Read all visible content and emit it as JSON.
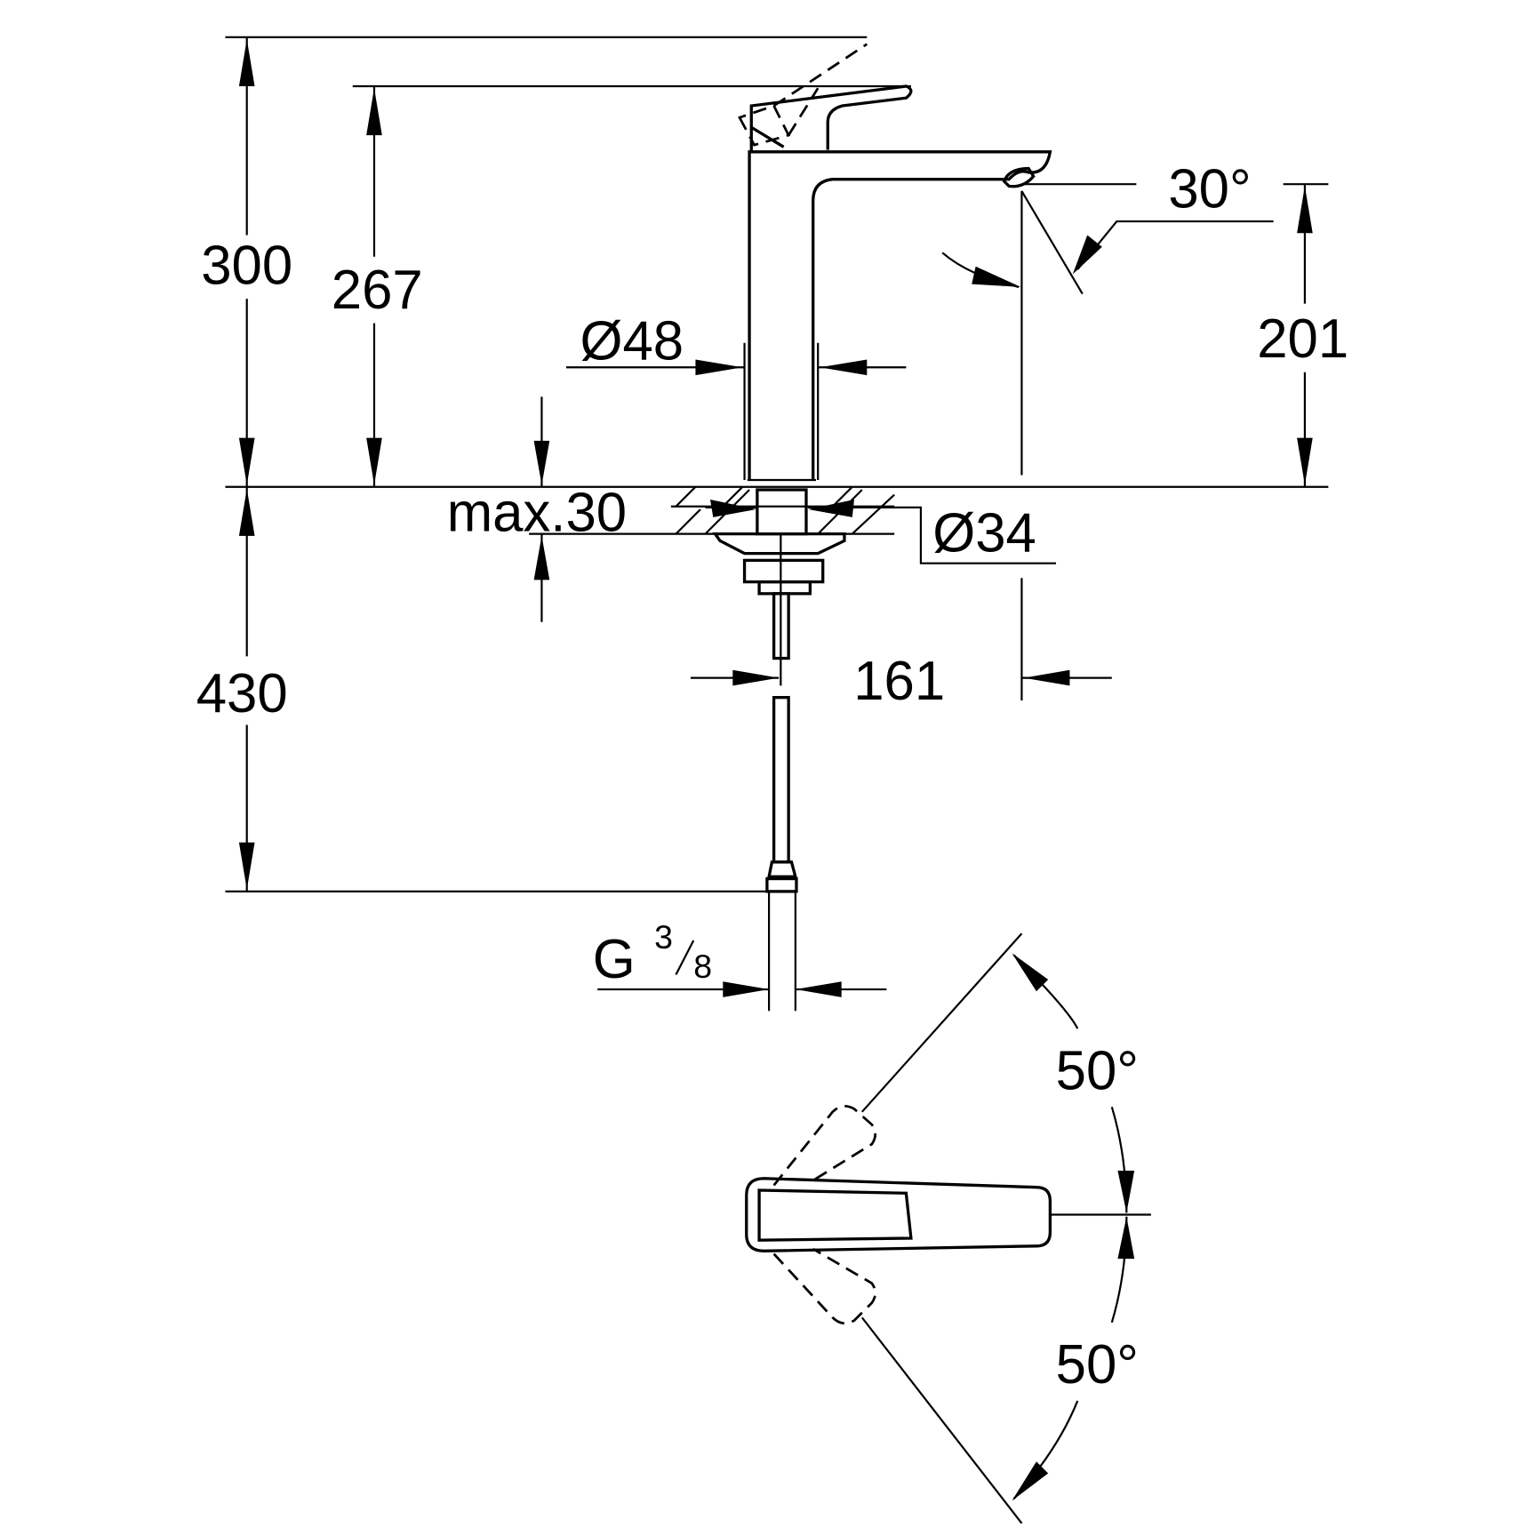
{
  "drawing": {
    "dimensions": {
      "total_height": "300",
      "lever_height": "267",
      "body_diameter": "Ø48",
      "spout_angle": "30°",
      "spout_height": "201",
      "max_deck_thickness": "max.30",
      "hole_diameter": "Ø34",
      "hose_length": "430",
      "spout_reach": "161",
      "connection_G": "G",
      "connection_num": "3",
      "connection_den": "8",
      "lever_angle_top": "50°",
      "lever_angle_bottom": "50°"
    },
    "colors": {
      "line": "#000000",
      "background": "#ffffff"
    }
  }
}
